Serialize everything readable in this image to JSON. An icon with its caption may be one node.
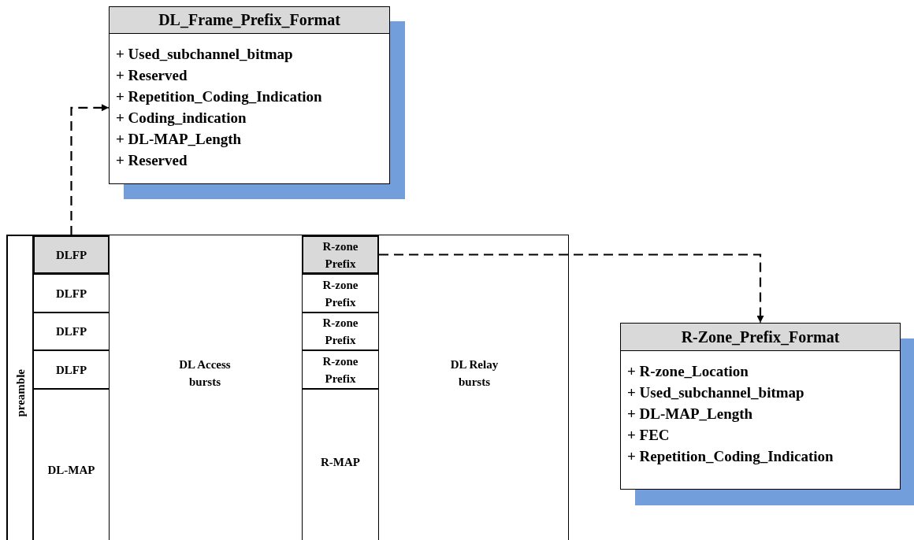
{
  "diagram": {
    "nodes": [
      {
        "text": [
          "DL_Frame_Prefix_Format",
          "+ Used_subchannel_bitmap",
          "+ Reserved",
          "+ Repetition_Coding_Indication",
          "+ Coding_indication",
          "+ DL-MAP_Length",
          "+ Reserved"
        ]
      },
      {
        "text": [],
        "shape": "box"
      },
      {
        "text": [
          "preamble"
        ],
        "in": 1
      },
      {
        "text": [
          "DLFP"
        ],
        "in": 1
      },
      {
        "text": [
          "DLFP"
        ],
        "in": 1
      },
      {
        "text": [
          "DLFP"
        ],
        "in": 1
      },
      {
        "text": [
          "DLFP"
        ],
        "in": 1
      },
      {
        "text": [
          "DL-MAP"
        ],
        "in": 1
      },
      {
        "text": [
          "R-zone Prefix"
        ],
        "in": 1
      },
      {
        "text": [
          "R-zone Prefix"
        ],
        "in": 1
      },
      {
        "text": [
          "R-zone Prefix"
        ],
        "in": 1
      },
      {
        "text": [
          "R-zone Prefix"
        ],
        "in": 1
      },
      {
        "text": [
          "R-MAP"
        ],
        "in": 1
      },
      {
        "text": [
          "R-Zone_Prefix_Format",
          "+ R-zone_Location",
          "+ Used_subchannel_bitmap",
          "+ DL-MAP_Length",
          "+ FEC",
          "+ Repetition_Coding_Indication"
        ]
      }
    ],
    "edges": [
      {
        "from": 3,
        "to": 0,
        "arrow": "to",
        "style": "dashed"
      },
      {
        "from": 8,
        "to": 13,
        "arrow": "to",
        "style": "dashed"
      }
    ],
    "labels": [
      "DL Access bursts",
      "DL Relay bursts"
    ]
  }
}
